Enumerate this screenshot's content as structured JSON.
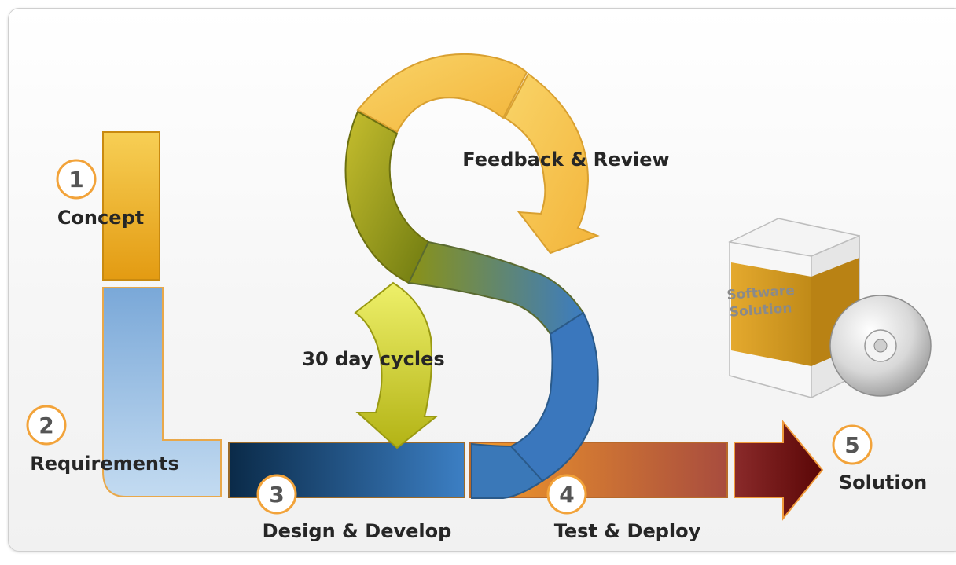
{
  "steps": [
    {
      "number": "1",
      "label": "Concept"
    },
    {
      "number": "2",
      "label": "Requirements"
    },
    {
      "number": "3",
      "label": "Design & Develop"
    },
    {
      "number": "4",
      "label": "Test & Deploy"
    },
    {
      "number": "5",
      "label": "Solution"
    }
  ],
  "loop": {
    "feedback_label": "Feedback & Review",
    "cycle_label": "30 day cycles"
  },
  "product_box": {
    "line1": "Software",
    "line2": "Solution"
  },
  "colors": {
    "concept": "#f0b32a",
    "requirements": "#a9c8e8",
    "design": "#1f5282",
    "test": "#e0701e",
    "solution_arrow": "#6a0c0c",
    "loop_yellow": "#f6c24f",
    "loop_olive": "#8a9216",
    "loop_blue": "#3b78bd",
    "circle_stroke": "#f2a33a"
  },
  "icons": {
    "disc": "cd-disc-icon",
    "box": "software-box-icon"
  }
}
